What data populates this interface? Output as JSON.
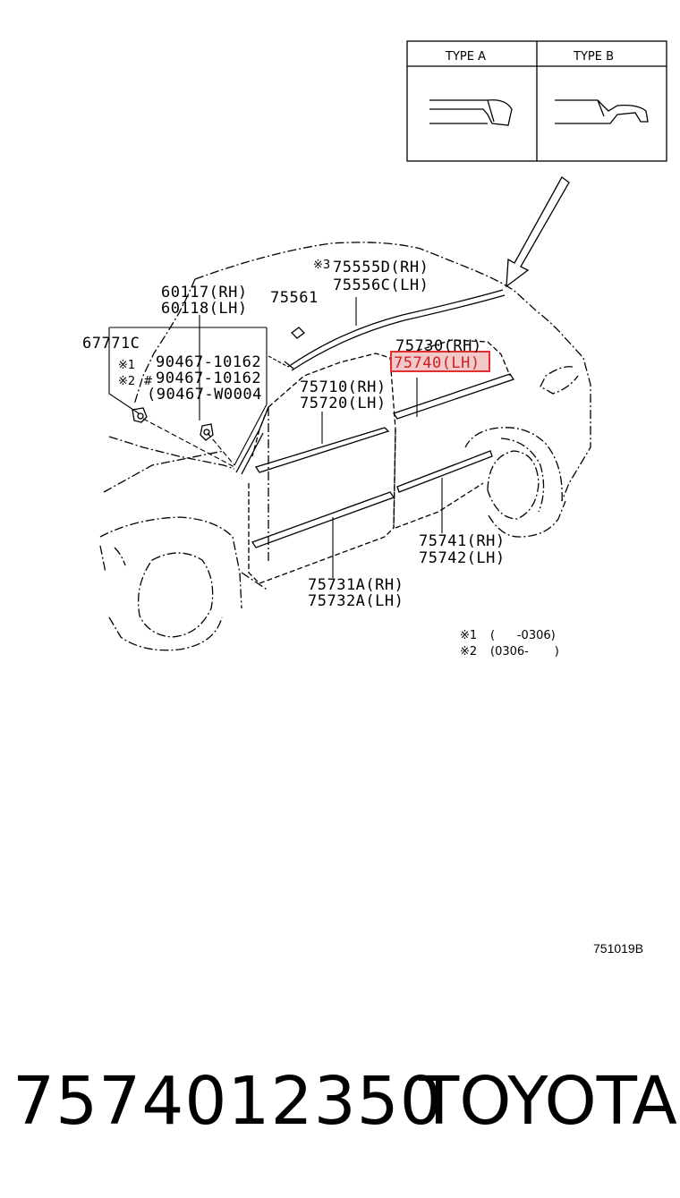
{
  "inset": {
    "type_a": "TYPE A",
    "type_b": "TYPE B"
  },
  "labels": {
    "roof_mark": "※3",
    "p75555d": "75555D(RH)",
    "p75556c": "75556C(LH)",
    "p60117": "60117(RH)",
    "p60118": "60118(LH)",
    "p75561": "75561",
    "p67771c": "67771C",
    "mark1": "※1",
    "mark2": "※2",
    "hash": "#",
    "p90467_1": "90467-10162",
    "p90467_2": "90467-10162",
    "p90467_w": "(90467-W0004",
    "p75730": "75730(RH)",
    "p75740": "75740(LH)",
    "p75710": "75710(RH)",
    "p75720": "75720(LH)",
    "p75741": "75741(RH)",
    "p75742": "75742(LH)",
    "p75731a": "75731A(RH)",
    "p75732a": "75732A(LH)"
  },
  "legend": {
    "row1_mark": "※1",
    "row1_text": "(      -0306)",
    "row2_mark": "※2",
    "row2_text": "(0306-       )"
  },
  "highlight_color": "#e03030",
  "diagram_code": "751019B",
  "part_number": "7574012350",
  "brand": "TOYOTA"
}
